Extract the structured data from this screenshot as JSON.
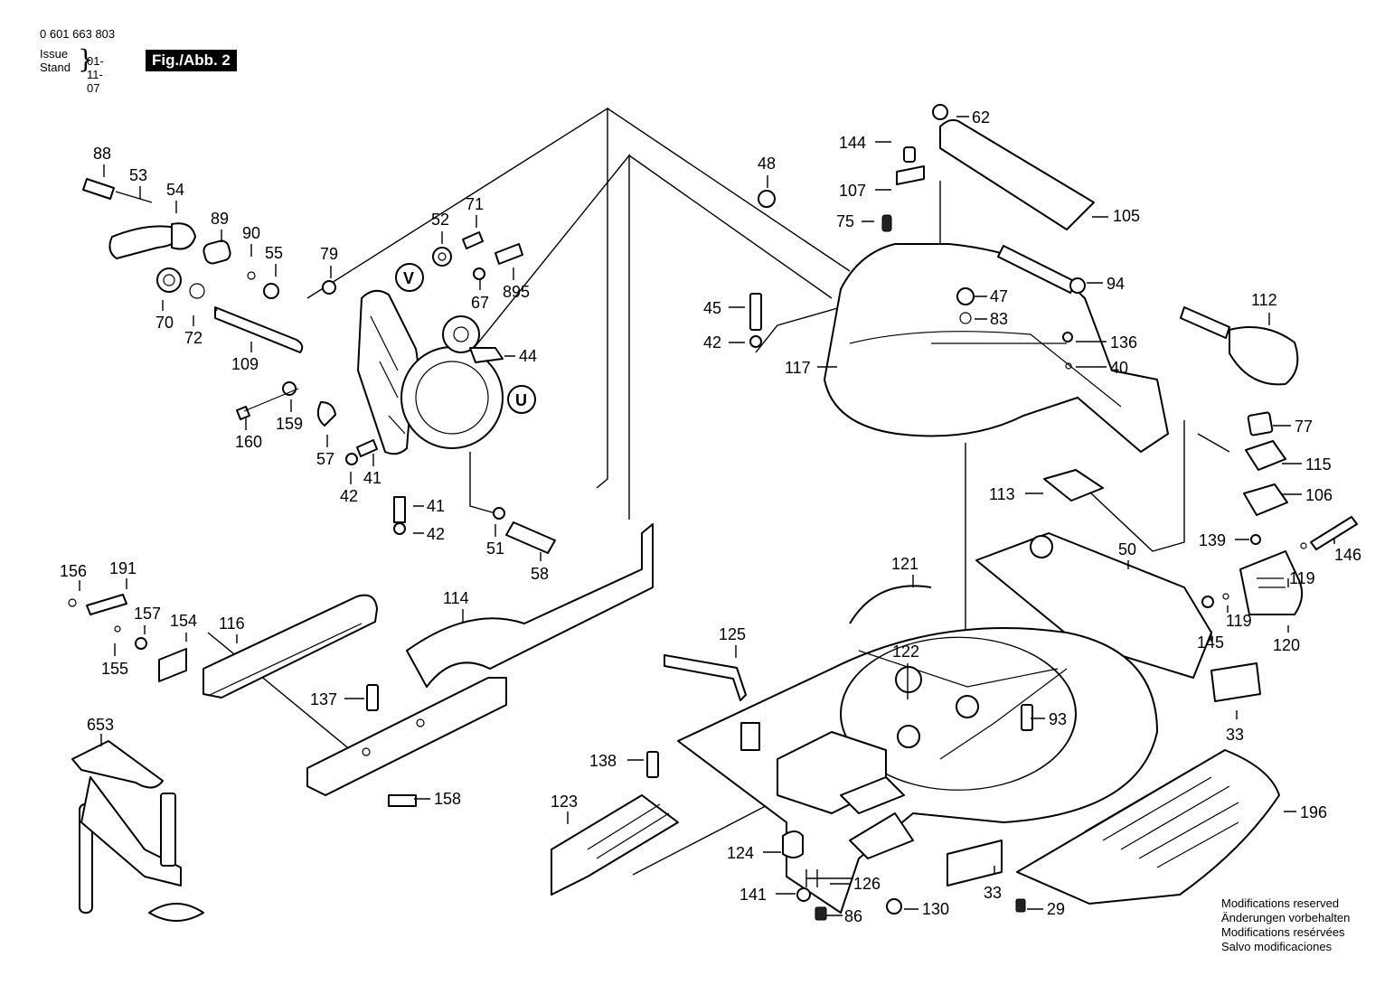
{
  "header": {
    "part_number": "0 601 663 803",
    "issue_label_en": "Issue",
    "issue_label_de": "Stand",
    "brace": "}",
    "issue_date": "01-11-07",
    "figure": "Fig./Abb. 2"
  },
  "circle_markers": [
    "V",
    "U"
  ],
  "callouts": [
    "88",
    "53",
    "54",
    "89",
    "90",
    "55",
    "70",
    "72",
    "109",
    "52",
    "71",
    "79",
    "67",
    "895",
    "44",
    "160",
    "159",
    "57",
    "41",
    "42",
    "41",
    "42",
    "51",
    "58",
    "48",
    "62",
    "144",
    "107",
    "105",
    "75",
    "94",
    "45",
    "47",
    "83",
    "42",
    "117",
    "112",
    "136",
    "40",
    "77",
    "115",
    "113",
    "106",
    "139",
    "146",
    "50",
    "121",
    "119",
    "119",
    "120",
    "145",
    "122",
    "125",
    "93",
    "33",
    "156",
    "191",
    "157",
    "154",
    "155",
    "116",
    "114",
    "137",
    "158",
    "653",
    "138",
    "123",
    "124",
    "141",
    "126",
    "86",
    "130",
    "33",
    "29",
    "196"
  ],
  "footer": {
    "lines": [
      "Modifications reserved",
      "Änderungen vorbehalten",
      "Modifications resérvées",
      "Salvo modificaciones"
    ]
  }
}
